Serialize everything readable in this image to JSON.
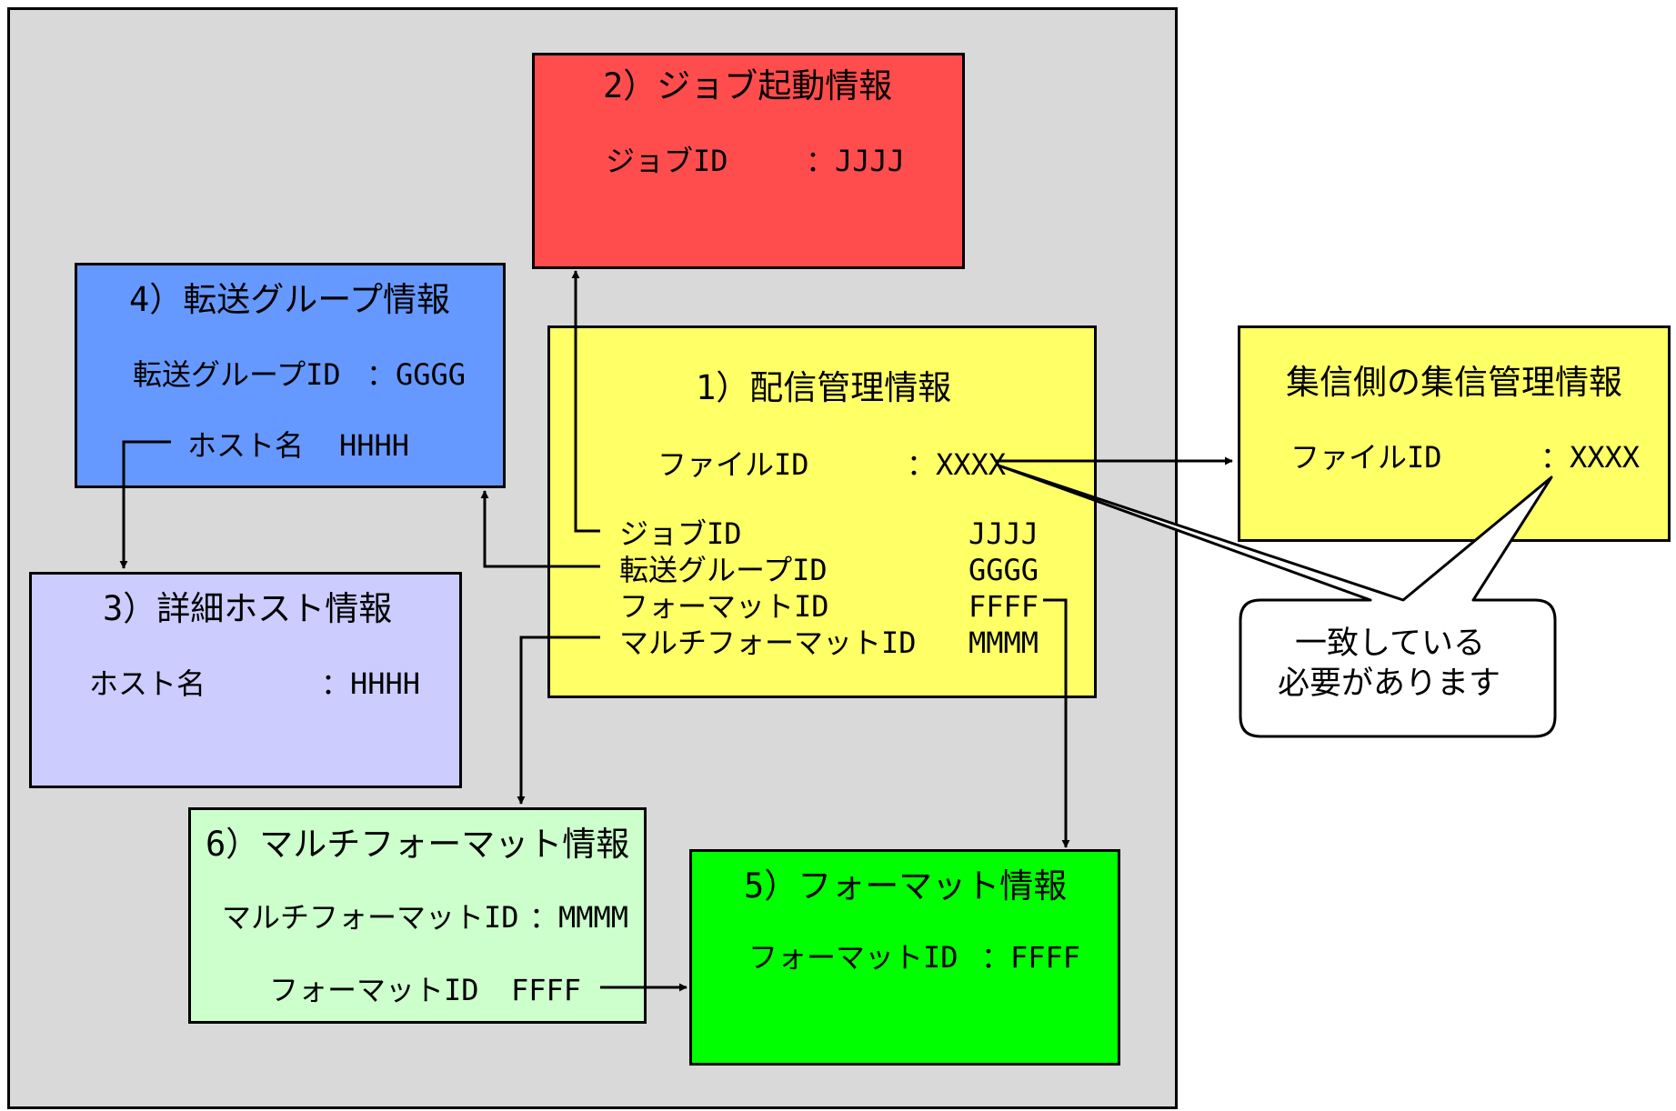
{
  "colors": {
    "background_panel": "#d9d9d9",
    "job_box": "#ff4d4d",
    "group_box": "#6699ff",
    "host_box": "#ccccff",
    "delivery_box": "#ffff66",
    "multiformat_box": "#ccffcc",
    "format_box": "#00ff00",
    "collect_box": "#ffff66",
    "callout": "#ffffff"
  },
  "job_box": {
    "title": "2）ジョブ起動情報",
    "field_label": "ジョブID",
    "field_value": "：JJJJ"
  },
  "group_box": {
    "title": "4）転送グループ情報",
    "field_label": "転送グループID",
    "field_value": "：GGGG",
    "host_label": "ホスト名",
    "host_value": "HHHH"
  },
  "host_box": {
    "title": "3）詳細ホスト情報",
    "field_label": "ホスト名",
    "field_value": "：HHHH"
  },
  "delivery_box": {
    "title": "1）配信管理情報",
    "file_label": "ファイルID",
    "file_value": "：XXXX",
    "rows": [
      {
        "label": "ジョブID",
        "value": "JJJJ"
      },
      {
        "label": "転送グループID",
        "value": "GGGG"
      },
      {
        "label": "フォーマットID",
        "value": "FFFF"
      },
      {
        "label": "マルチフォーマットID",
        "value": "MMMM"
      }
    ]
  },
  "multiformat_box": {
    "title": "6）マルチフォーマット情報",
    "field_label": "マルチフォーマットID",
    "field_value": "：MMMM",
    "format_label": "フォーマットID",
    "format_value": "FFFF"
  },
  "format_box": {
    "title": "5）フォーマット情報",
    "field_label": "フォーマットID",
    "field_value": "：FFFF"
  },
  "collect_box": {
    "title": "集信側の集信管理情報",
    "field_label": "ファイルID",
    "field_value": "：XXXX"
  },
  "callout": {
    "line1": "一致している",
    "line2": "必要があります"
  }
}
